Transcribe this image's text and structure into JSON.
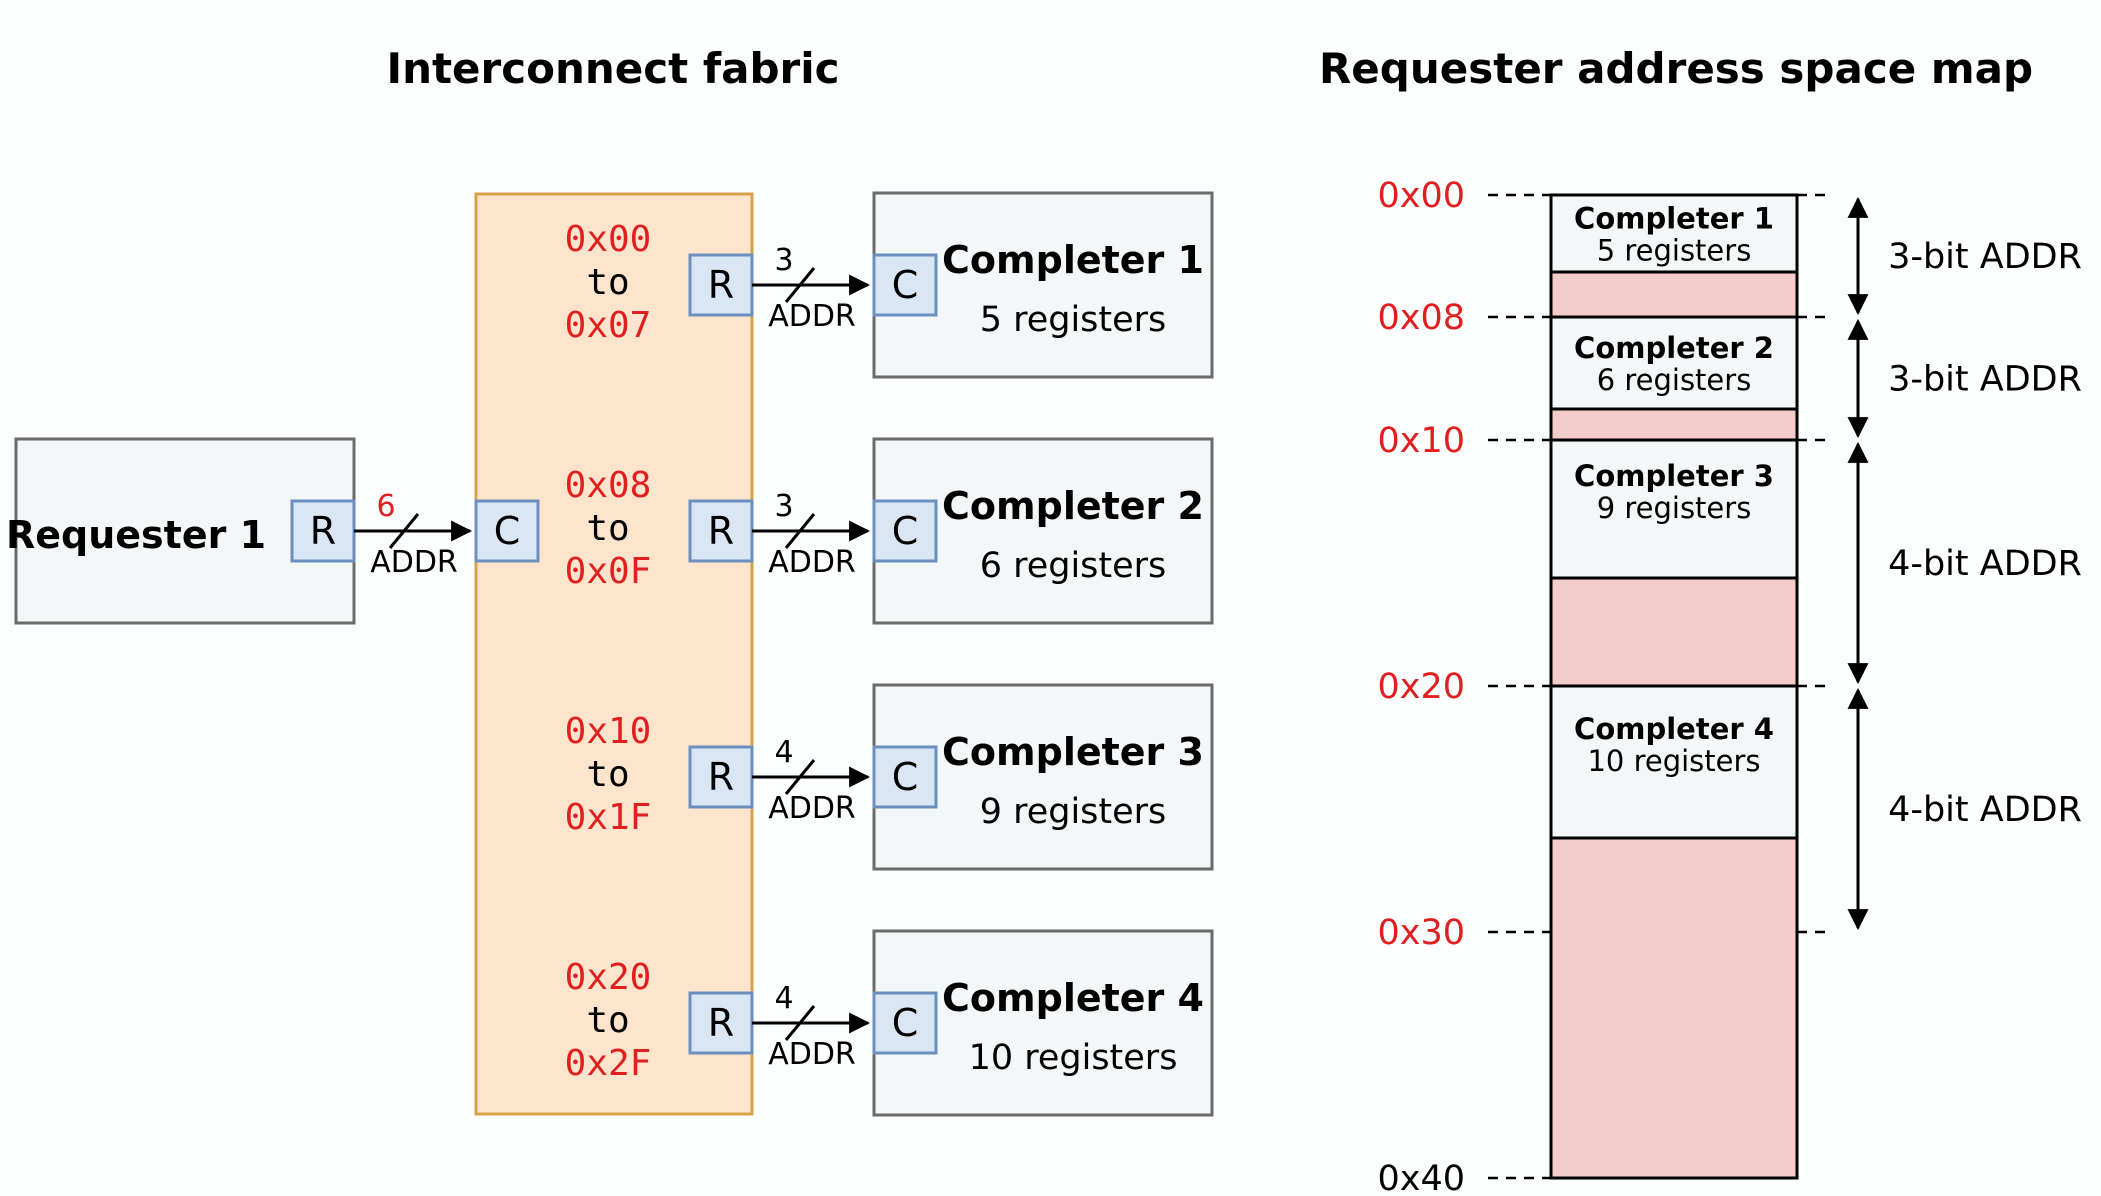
{
  "left_title": "Interconnect fabric",
  "right_title": "Requester address space map",
  "requester": {
    "name": "Requester 1",
    "port": "R",
    "bus_width": "6",
    "bus_label": "ADDR"
  },
  "fabric": {
    "in_port": "C",
    "out_port": "R"
  },
  "routes": [
    {
      "from": "0x00",
      "to_word": "to",
      "to": "0x07",
      "width": "3",
      "bus_label": "ADDR",
      "completer_port": "C",
      "completer": "Completer 1",
      "registers": "5 registers"
    },
    {
      "from": "0x08",
      "to_word": "to",
      "to": "0x0F",
      "width": "3",
      "bus_label": "ADDR",
      "completer_port": "C",
      "completer": "Completer 2",
      "registers": "6 registers"
    },
    {
      "from": "0x10",
      "to_word": "to",
      "to": "0x1F",
      "width": "4",
      "bus_label": "ADDR",
      "completer_port": "C",
      "completer": "Completer 3",
      "registers": "9 registers"
    },
    {
      "from": "0x20",
      "to_word": "to",
      "to": "0x2F",
      "width": "4",
      "bus_label": "ADDR",
      "completer_port": "C",
      "completer": "Completer 4",
      "registers": "10 registers"
    }
  ],
  "map": {
    "addresses": [
      "0x00",
      "0x08",
      "0x10",
      "0x20",
      "0x30",
      "0x40"
    ],
    "blocks": [
      {
        "name": "Completer 1",
        "registers": "5 registers"
      },
      {
        "name": "Completer 2",
        "registers": "6 registers"
      },
      {
        "name": "Completer 3",
        "registers": "9 registers"
      },
      {
        "name": "Completer 4",
        "registers": "10 registers"
      }
    ],
    "spans": [
      "3-bit ADDR",
      "3-bit ADDR",
      "4-bit ADDR",
      "4-bit ADDR"
    ]
  },
  "colors": {
    "address": "#e02020",
    "fabric": "#fde5cd",
    "port": "#dae6f4",
    "unused_region": "#f4cccb"
  }
}
